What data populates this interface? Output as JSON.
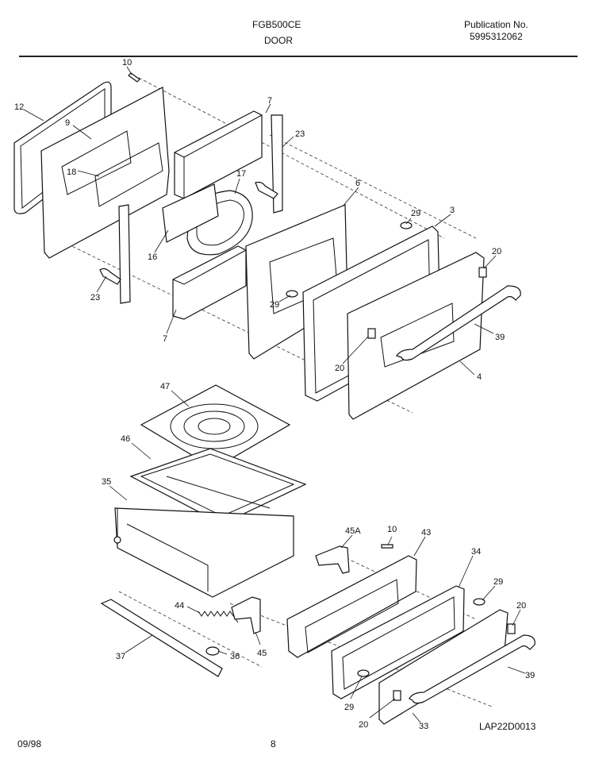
{
  "header": {
    "model": "FGB500CE",
    "section": "DOOR",
    "publication_label": "Publication No.",
    "publication_number": "5995312062"
  },
  "footer": {
    "date": "09/98",
    "page": "8",
    "drawing_code": "LAP22D0013"
  },
  "callouts": {
    "c10_top": "10",
    "c12": "12",
    "c9": "9",
    "c18": "18",
    "c7_top": "7",
    "c23_top": "23",
    "c17": "17",
    "c16": "16",
    "c6": "6",
    "c29_top": "29",
    "c3": "3",
    "c20_top": "20",
    "c23_bottom": "23",
    "c7_bottom": "7",
    "c29_mid": "29",
    "c39_top": "39",
    "c20_mid": "20",
    "c4": "4",
    "c47": "47",
    "c46": "46",
    "c35": "35",
    "c45A": "45A",
    "c10_bottom": "10",
    "c43": "43",
    "c34": "34",
    "c29_low": "29",
    "c20_low": "20",
    "c44": "44",
    "c45": "45",
    "c37": "37",
    "c36": "36",
    "c39_bottom": "39",
    "c29_bottom": "29",
    "c20_bottom": "20",
    "c33": "33"
  }
}
